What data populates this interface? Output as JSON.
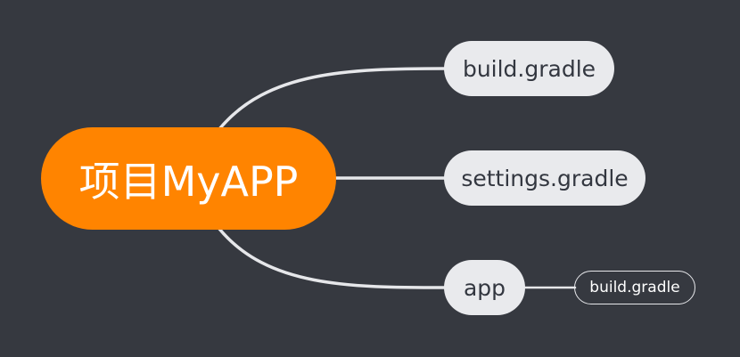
{
  "colors": {
    "background": "#363940",
    "root_fill": "#FF8400",
    "branch_fill": "#E9EAED",
    "connector": "#E6E7EA"
  },
  "mindmap": {
    "root": {
      "label": "项目MyAPP"
    },
    "branches": [
      {
        "label": "build.gradle",
        "children": []
      },
      {
        "label": "settings.gradle",
        "children": []
      },
      {
        "label": "app",
        "children": [
          {
            "label": "build.gradle"
          }
        ]
      }
    ]
  }
}
